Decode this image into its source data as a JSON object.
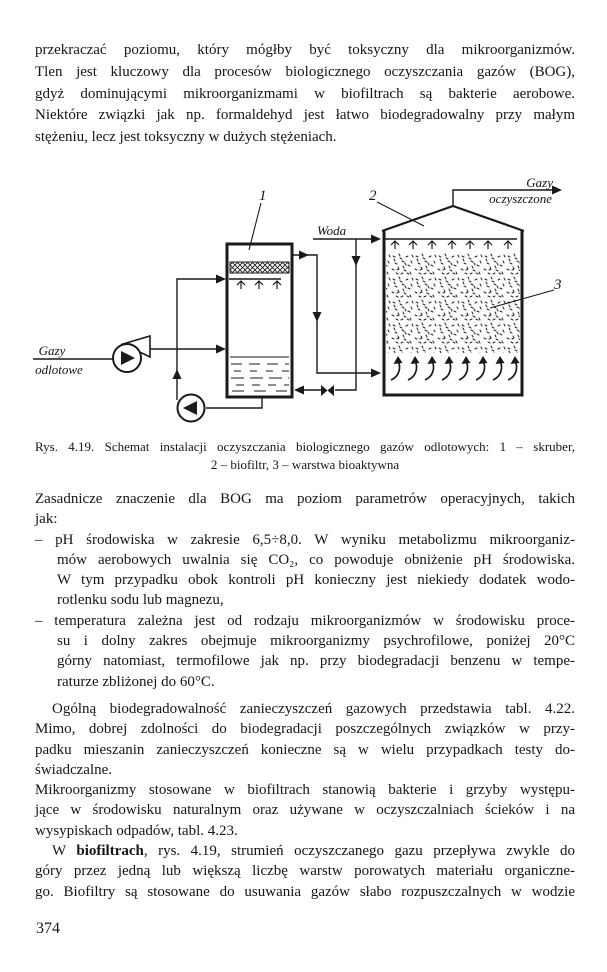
{
  "page_number": "374",
  "text": {
    "p1": {
      "l1": "przekraczać poziomu, który mógłby być toksyczny dla mikroorganizmów.",
      "l2": "Tlen jest kluczowy dla procesów biologicznego oczyszczania gazów (BOG),",
      "l3": "gdyż dominującymi mikroorganizmami w biofiltrach są bakterie aerobowe.",
      "l4": "Niektóre związki jak np. formaldehyd jest łatwo biodegradowalny przy małym",
      "l5": "stężeniu, lecz jest toksyczny w dużych stężeniach."
    },
    "caption": {
      "c1": "Rys. 4.19. Schemat instalacji oczyszczania biologicznego gazów odlotowych: 1 – skruber,",
      "c2": "2 – biofiltr, 3 – warstwa bioaktywna"
    },
    "body": {
      "l01": "Zasadnicze znaczenie dla BOG ma poziom parametrów operacyjnych, takich",
      "l02": "jak:",
      "l03": "– pH środowiska w zakresie 6,5÷8,0. W wyniku metabolizmu mikroorganiz-",
      "l04": "mów aerobowych uwalnia się CO₂, co powoduje obniżenie pH środowiska.",
      "l05": "W tym przypadku obok kontroli pH konieczny jest niekiedy dodatek wodo-",
      "l06": "rotlenku sodu lub magnezu,",
      "l07": "– temperatura zależna jest od rodzaju mikroorganizmów w środowisku proce-",
      "l08": "su i dolny zakres obejmuje mikroorganizmy psychrofilowe, poniżej 20°C",
      "l09": "górny natomiast, termofilowe jak np. przy biodegradacji benzenu w tempe-",
      "l10": "raturze zbliżonej do 60°C.",
      "l11": "Ogólną biodegradowalność zanieczyszczeń gazowych przedstawia tabl. 4.22.",
      "l12": "Mimo, dobrej zdolności do biodegradacji poszczególnych związków w przy-",
      "l13": "padku mieszanin zanieczyszczeń konieczne są w wielu przypadkach testy do-",
      "l14": "świadczalne.",
      "l15": "Mikroorganizmy stosowane w biofiltrach stanowią bakterie i grzyby występu-",
      "l16": "jące w środowisku naturalnym oraz używane w oczyszczalniach ścieków i na",
      "l17": "wysypiskach odpadów, tabl. 4.23.",
      "l18_pre": "W ",
      "l18_bold": "biofiltrach",
      "l18_rest": ", rys. 4.19, strumień oczyszczanego gazu przepływa zwykle do",
      "l19": "góry przez jedną lub większą liczbę warstw porowatych materiału organiczne-",
      "l20": "go. Biofiltry są stosowane do usuwania gazów słabo rozpuszczalnych w wodzie"
    }
  },
  "figure": {
    "label_1": "1",
    "label_2": "2",
    "label_3": "3",
    "gazy_odlotowe_line1": "Gazy",
    "gazy_odlotowe_line2": "odlotowe",
    "woda": "Woda",
    "gazy_oczyszczone_line1": "Gazy",
    "gazy_oczyszczone_line2": "oczyszczone"
  }
}
